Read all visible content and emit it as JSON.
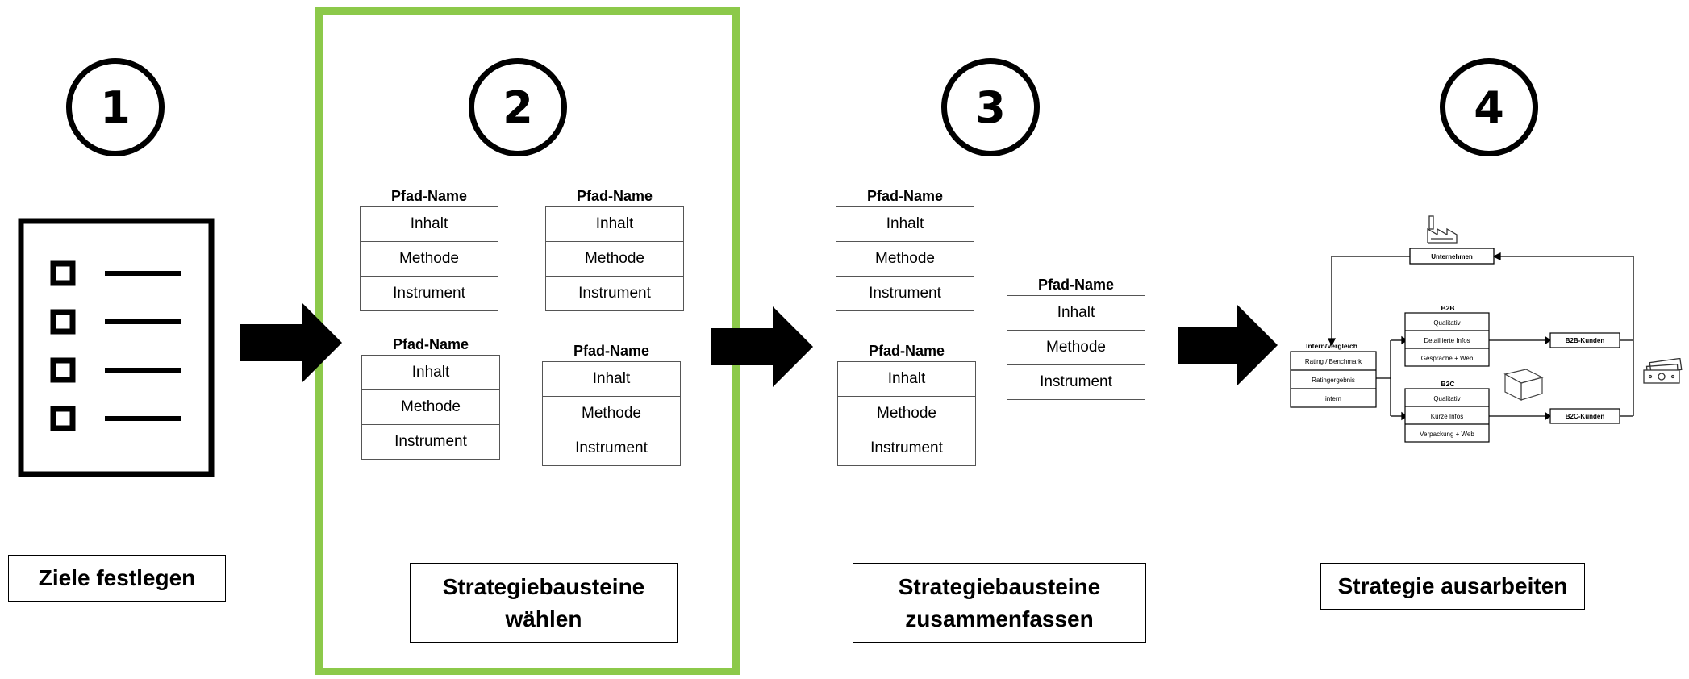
{
  "steps": [
    {
      "number": "1",
      "label": "Ziele festlegen"
    },
    {
      "number": "2",
      "label_line1": "Strategiebausteine",
      "label_line2": "wählen"
    },
    {
      "number": "3",
      "label_line1": "Strategiebausteine",
      "label_line2": "zusammenfassen"
    },
    {
      "number": "4",
      "label": "Strategie ausarbeiten"
    }
  ],
  "pfad_template": {
    "title": "Pfad-Name",
    "rows": [
      "Inhalt",
      "Methode",
      "Instrument"
    ]
  },
  "diagram": {
    "unternehmen": "Unternehmen",
    "intern_title": "Intern/Vergleich",
    "intern_rows": [
      "Rating / Benchmark",
      "Ratingergebnis",
      "intern"
    ],
    "b2b_title": "B2B",
    "b2b_rows": [
      "Qualitativ",
      "Detaillierte Infos",
      "Gespräche + Web"
    ],
    "b2c_title": "B2C",
    "b2c_rows": [
      "Qualitativ",
      "Kurze Infos",
      "Verpackung + Web"
    ],
    "b2b_kunden": "B2B-Kunden",
    "b2c_kunden": "B2C-Kunden"
  },
  "icons": [
    "checklist-icon",
    "factory-icon",
    "box-icon",
    "money-icon",
    "arrow-right-icon"
  ]
}
